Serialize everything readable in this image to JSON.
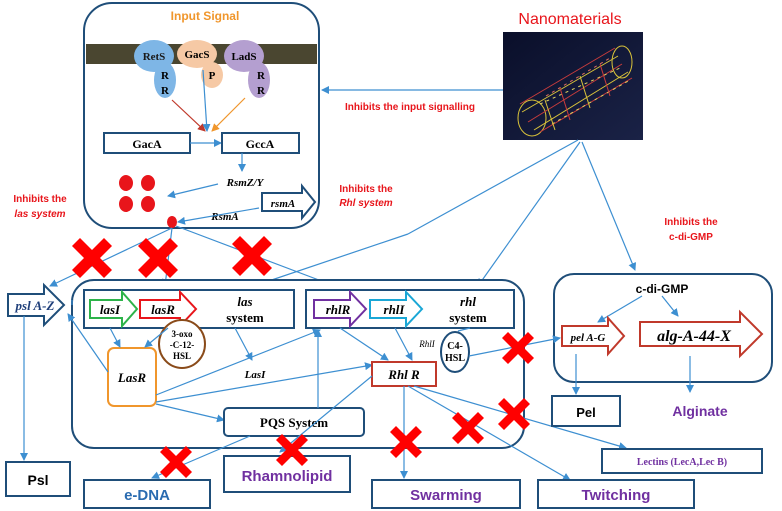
{
  "title_nanomaterials": "Nanomaterials",
  "input_signal": {
    "title": "Input Signal",
    "rets": "RetS",
    "rets_r1": "R",
    "rets_r2": "R",
    "gacs": "GacS",
    "gacs_p": "P",
    "lads": "LadS",
    "lads_r1": "R",
    "lads_r2": "R",
    "gaca": "GacA",
    "gcca": "GccA",
    "rsmzy": "RsmZ/Y",
    "rsma_label": "RsmA",
    "rsma_arrow": "rsmA"
  },
  "annotations": {
    "inhibit_input": "Inhibits the input signalling",
    "inhibit_las_1": "Inhibits the",
    "inhibit_las_2": "las system",
    "inhibit_rhl_1": "Inhibits the",
    "inhibit_rhl_2": "Rhl system",
    "inhibit_cdigmp_1": "Inhibits the",
    "inhibit_cdigmp_2": "c-di-GMP"
  },
  "qs": {
    "lasI": "lasI",
    "lasR": "lasR",
    "las_system_1": "las",
    "las_system_2": "system",
    "hsl_1": "3-oxo",
    "hsl_2": "-C-12-",
    "hsl_3": "HSL",
    "LasR": "LasR",
    "LasI": "LasI",
    "rhlR": "rhlR",
    "rhlI": "rhlI",
    "rhl_system_1": "rhl",
    "rhl_system_2": "system",
    "RhlI": "RhlI",
    "c4_1": "C4-",
    "c4_2": "HSL",
    "RhlR": "Rhl R",
    "pqs": "PQS System"
  },
  "psl_arrow": "psl A-Z",
  "cdigmp": {
    "title": "c-di-GMP",
    "pel_arrow": "pel A-G",
    "alg_arrow": "alg-A-44-X"
  },
  "outputs": {
    "psl": "Psl",
    "edna": "e-DNA",
    "rhamnolipid": "Rhamnolipid",
    "swarming": "Swarming",
    "twitching": "Twitching",
    "pel": "Pel",
    "alginate": "Alginate",
    "lectins": "Lectins (LecA,Lec B)"
  },
  "colors": {
    "navy": "#1f4e79",
    "blue_line": "#3d8fd1",
    "red": "#e8151b",
    "purple": "#7030a0",
    "orange": "#f0962c"
  }
}
